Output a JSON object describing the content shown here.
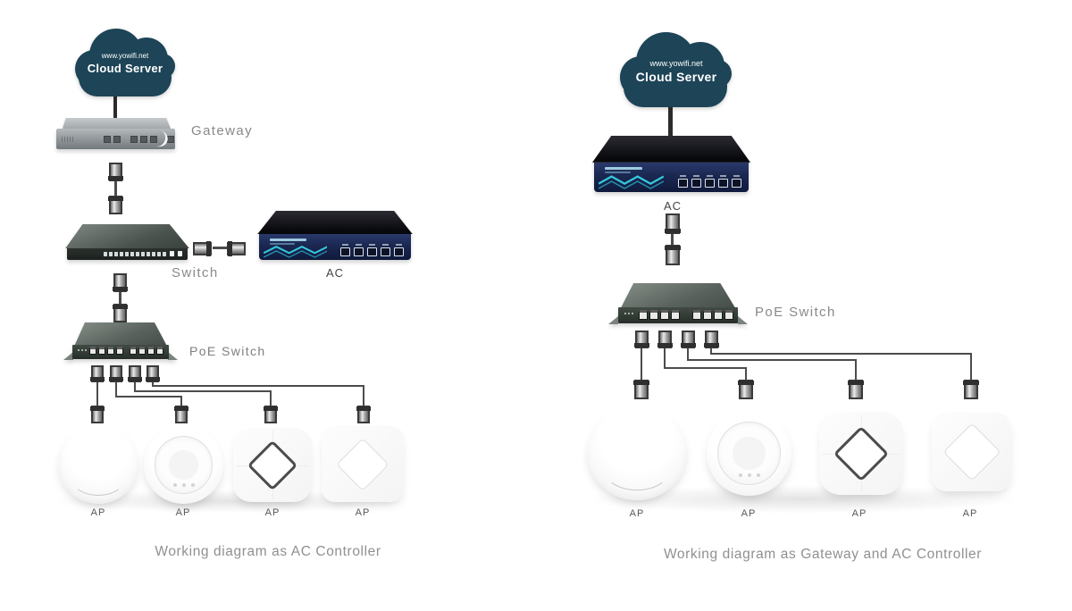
{
  "colors": {
    "cloud": "#1d4457",
    "ac_body": "#1b2b55",
    "ac_accent": "#35c8dc",
    "cable": "#4c4c4c",
    "label_gray": "#898989",
    "caption_gray": "#909090"
  },
  "diagrams": [
    {
      "caption": "Working diagram as AC Controller",
      "cloud": {
        "url": "www.yowifi.net",
        "name": "Cloud Server"
      },
      "labels": {
        "gateway": "Gateway",
        "switch": "Switch",
        "ac": "AC",
        "poe": "PoE Switch"
      },
      "ap_labels": [
        "AP",
        "AP",
        "AP",
        "AP"
      ]
    },
    {
      "caption": "Working diagram as Gateway and AC Controller",
      "cloud": {
        "url": "www.yowifi.net",
        "name": "Cloud Server"
      },
      "labels": {
        "ac": "AC",
        "poe": "PoE Switch"
      },
      "ap_labels": [
        "AP",
        "AP",
        "AP",
        "AP"
      ]
    }
  ]
}
